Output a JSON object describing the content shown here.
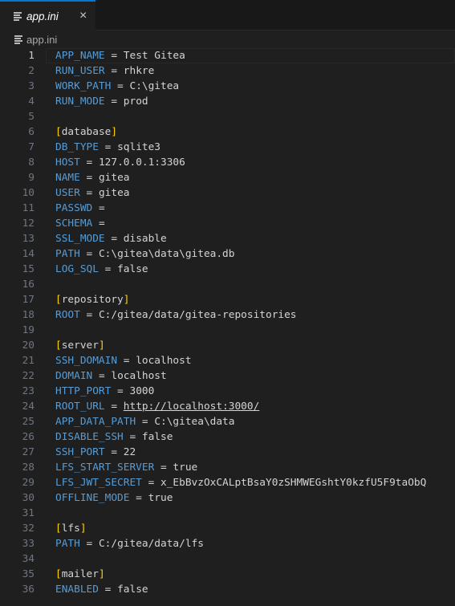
{
  "tab": {
    "title": "app.ini",
    "close_icon": "×"
  },
  "breadcrumb": {
    "file": "app.ini"
  },
  "lines": [
    {
      "type": "kv",
      "key": "APP_NAME",
      "value": "Test Gitea"
    },
    {
      "type": "kv",
      "key": "RUN_USER",
      "value": "rhkre"
    },
    {
      "type": "kv",
      "key": "WORK_PATH",
      "value": "C:\\gitea"
    },
    {
      "type": "kv",
      "key": "RUN_MODE",
      "value": "prod"
    },
    {
      "type": "blank"
    },
    {
      "type": "section",
      "name": "database"
    },
    {
      "type": "kv",
      "key": "DB_TYPE",
      "value": "sqlite3"
    },
    {
      "type": "kv",
      "key": "HOST",
      "value": "127.0.0.1:3306"
    },
    {
      "type": "kv",
      "key": "NAME",
      "value": "gitea"
    },
    {
      "type": "kv",
      "key": "USER",
      "value": "gitea"
    },
    {
      "type": "kv",
      "key": "PASSWD",
      "value": ""
    },
    {
      "type": "kv",
      "key": "SCHEMA",
      "value": ""
    },
    {
      "type": "kv",
      "key": "SSL_MODE",
      "value": "disable"
    },
    {
      "type": "kv",
      "key": "PATH",
      "value": "C:\\gitea\\data\\gitea.db"
    },
    {
      "type": "kv",
      "key": "LOG_SQL",
      "value": "false"
    },
    {
      "type": "blank"
    },
    {
      "type": "section",
      "name": "repository"
    },
    {
      "type": "kv",
      "key": "ROOT",
      "value": "C:/gitea/data/gitea-repositories"
    },
    {
      "type": "blank"
    },
    {
      "type": "section",
      "name": "server"
    },
    {
      "type": "kv",
      "key": "SSH_DOMAIN",
      "value": "localhost"
    },
    {
      "type": "kv",
      "key": "DOMAIN",
      "value": "localhost"
    },
    {
      "type": "kv",
      "key": "HTTP_PORT",
      "value": "3000"
    },
    {
      "type": "kv",
      "key": "ROOT_URL",
      "value": "http://localhost:3000/",
      "link": true
    },
    {
      "type": "kv",
      "key": "APP_DATA_PATH",
      "value": "C:\\gitea\\data"
    },
    {
      "type": "kv",
      "key": "DISABLE_SSH",
      "value": "false"
    },
    {
      "type": "kv",
      "key": "SSH_PORT",
      "value": "22"
    },
    {
      "type": "kv",
      "key": "LFS_START_SERVER",
      "value": "true"
    },
    {
      "type": "kv",
      "key": "LFS_JWT_SECRET",
      "value": "x_EbBvzOxCALptBsaY0zSHMWEGshtY0kzfU5F9taObQ"
    },
    {
      "type": "kv",
      "key": "OFFLINE_MODE",
      "value": "true"
    },
    {
      "type": "blank"
    },
    {
      "type": "section",
      "name": "lfs"
    },
    {
      "type": "kv",
      "key": "PATH",
      "value": "C:/gitea/data/lfs"
    },
    {
      "type": "blank"
    },
    {
      "type": "section",
      "name": "mailer"
    },
    {
      "type": "kv",
      "key": "ENABLED",
      "value": "false"
    }
  ],
  "active_line": 1,
  "colors": {
    "key": "#569cd6",
    "bracket": "#ffd700",
    "accent": "#0078d4"
  }
}
